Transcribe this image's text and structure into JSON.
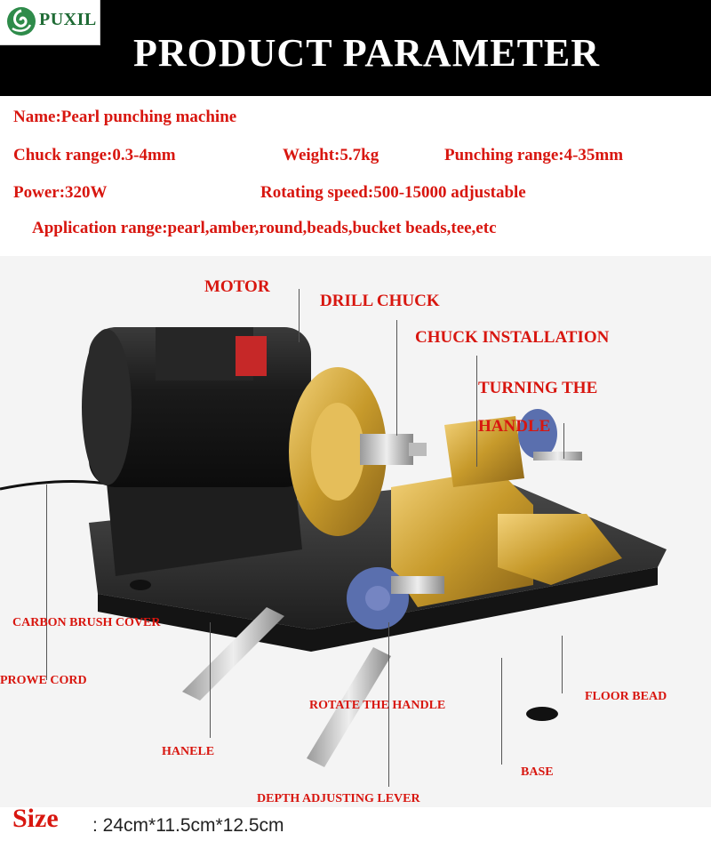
{
  "brand": {
    "name": "PUXIL"
  },
  "header": {
    "title": "PRODUCT PARAMETER"
  },
  "specs": {
    "name": "Name:Pearl punching machine",
    "chuck_range": "Chuck range:0.3-4mm",
    "weight": "Weight:5.7kg",
    "punching_range": "Punching range:4-35mm",
    "power": "Power:320W",
    "rotating_speed": "Rotating speed:500-15000 adjustable",
    "application": "Application range:pearl,amber,round,beads,bucket beads,tee,etc"
  },
  "callouts": {
    "motor": "MOTOR",
    "drill_chuck": "DRILL CHUCK",
    "chuck_installation": "CHUCK INSTALLATION",
    "turning_the": "TURNING  THE",
    "handle": "HANDLE",
    "carbon_brush_cover": "CARBON BRUSH COVER",
    "prowe_cord": "PROWE CORD",
    "rotate_the_handle": "ROTATE THE HANDLE",
    "floor_bead": "FLOOR BEAD",
    "hanele": "HANELE",
    "base": "BASE",
    "depth_adjusting_lever": "DEPTH ADJUSTING LEVER"
  },
  "size": {
    "label": "Size",
    "value": ": 24cm*11.5cm*12.5cm"
  },
  "colors": {
    "accent": "#d8160f",
    "header_bg": "#000000",
    "brand_green": "#1f6b35",
    "gold": "#d4a63a",
    "motor_black": "#1b1b1b",
    "knob_blue": "#5a6fae"
  }
}
